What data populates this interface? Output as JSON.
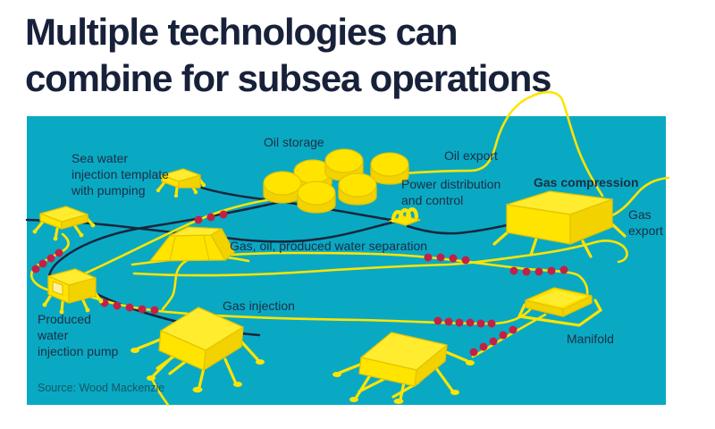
{
  "title": {
    "line1": "Multiple technologies can",
    "line2": "combine for subsea operations"
  },
  "source": {
    "text": "Source: Wood Mackenzie"
  },
  "colors": {
    "bg": "#ffffff",
    "teal": "#0aa9c3",
    "navy": "#18213a",
    "label": "#1a2e44",
    "yellow": "#ffe400",
    "yellow-light": "#ffec2e",
    "yellow-deep": "#f2d200",
    "yellow-edge": "#e4c400",
    "dark": "#16263d",
    "red": "#c22047",
    "source": "#135664"
  },
  "diagram": {
    "labels": {
      "seawater": {
        "lines": [
          "Sea water",
          "injection template",
          "with pumping"
        ]
      },
      "oil_storage": {
        "text": "Oil storage"
      },
      "oil_export": {
        "text": "Oil export"
      },
      "power": {
        "lines": [
          "Power distribution",
          "and control"
        ]
      },
      "gas_compression": {
        "text": "Gas compression"
      },
      "gas_export": {
        "lines": [
          "Gas",
          "export"
        ]
      },
      "separation": {
        "text": "Gas, oil, produced water separation"
      },
      "produced_water": {
        "lines": [
          "Produced",
          "water",
          "injection pump"
        ]
      },
      "gas_injection": {
        "text": "Gas injection"
      },
      "manifold": {
        "text": "Manifold"
      }
    },
    "equipment": [
      "sea-water-injection-template",
      "subsea-template",
      "produced-water-injection-pump",
      "separation-unit",
      "oil-storage-tanks",
      "power-distribution-unit",
      "gas-compression-module",
      "gas-injection-lander",
      "subsea-lander",
      "manifold-tray"
    ]
  }
}
